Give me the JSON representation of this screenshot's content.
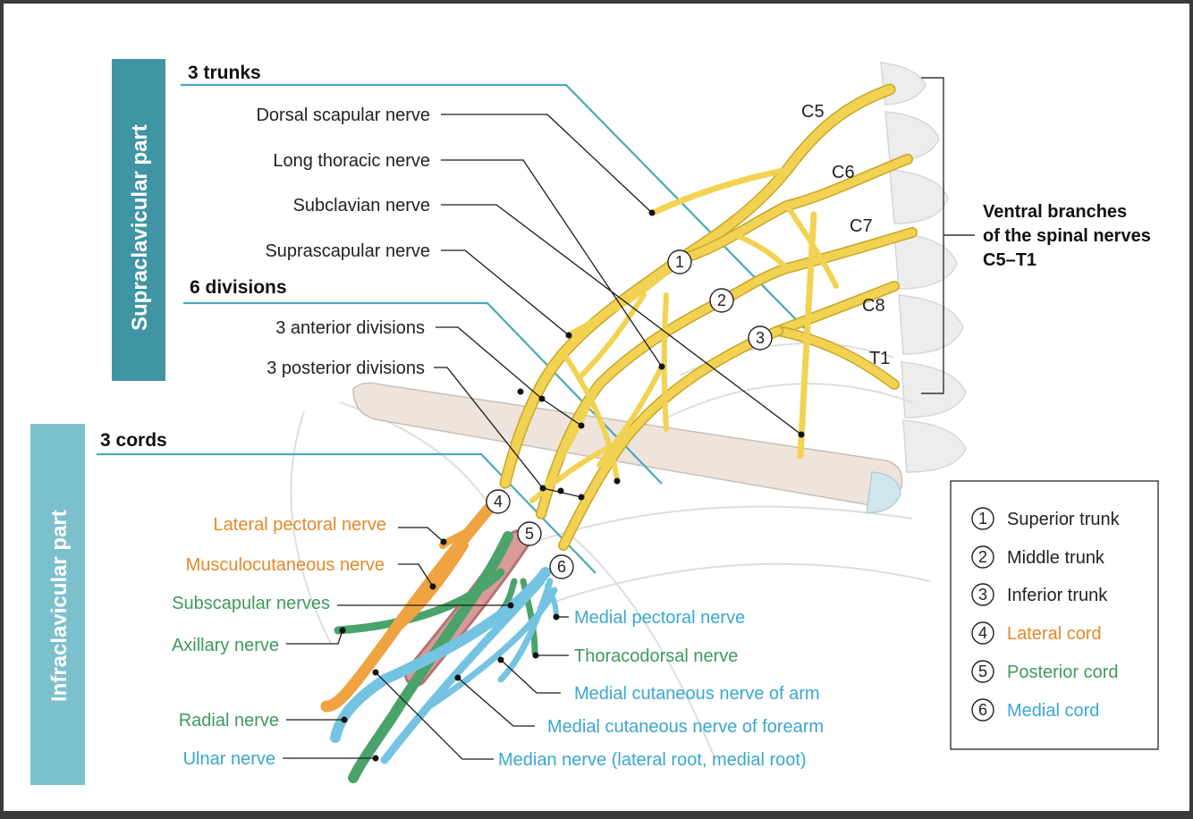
{
  "side_panels": {
    "supraclavicular": "Supraclavicular part",
    "infraclavicular": "Infraclavicular part"
  },
  "headers": {
    "trunks": "3 trunks",
    "divisions": "6 divisions",
    "cords": "3 cords"
  },
  "left_labels": {
    "dorsal_scapular": "Dorsal scapular nerve",
    "long_thoracic": "Long thoracic nerve",
    "subclavian": "Subclavian nerve",
    "suprascapular": "Suprascapular nerve",
    "anterior_divisions": "3 anterior divisions",
    "posterior_divisions": "3 posterior divisions",
    "lateral_pectoral": "Lateral pectoral nerve",
    "musculocutaneous": "Musculocutaneous nerve",
    "subscapular": "Subscapular nerves",
    "axillary": "Axillary nerve",
    "radial": "Radial nerve",
    "ulnar": "Ulnar nerve"
  },
  "right_labels": {
    "medial_pectoral": "Medial pectoral nerve",
    "thoracodorsal": "Thoracodorsal nerve",
    "medial_cutaneous_arm": "Medial cutaneous nerve of arm",
    "medial_cutaneous_forearm": "Medial cutaneous nerve of forearm",
    "median": "Median nerve (lateral root, medial root)"
  },
  "spinal_levels": [
    "C5",
    "C6",
    "C7",
    "C8",
    "T1"
  ],
  "ventral_branches": [
    "Ventral branches",
    "of the spinal nerves",
    "C5–T1"
  ],
  "diagram_numbers": [
    "1",
    "2",
    "3",
    "4",
    "5",
    "6"
  ],
  "legend": {
    "items": [
      {
        "num": "1",
        "label": "Superior trunk"
      },
      {
        "num": "2",
        "label": "Middle trunk"
      },
      {
        "num": "3",
        "label": "Inferior trunk"
      },
      {
        "num": "4",
        "label": "Lateral cord"
      },
      {
        "num": "5",
        "label": "Posterior cord"
      },
      {
        "num": "6",
        "label": "Medial cord"
      }
    ]
  },
  "colors": {
    "trunk_nerve": "#f2d253",
    "lateral_cord": "#f0a341",
    "posterior_cord": "#4aa36a",
    "medial_cord": "#74c3e3",
    "lateral_text": "#e3892a",
    "posterior_text": "#3f9a5c",
    "medial_text": "#3aa7cf",
    "panel_dark": "#3f95a4",
    "panel_light": "#7cc0cb",
    "guide_line": "#4aa9b8"
  }
}
